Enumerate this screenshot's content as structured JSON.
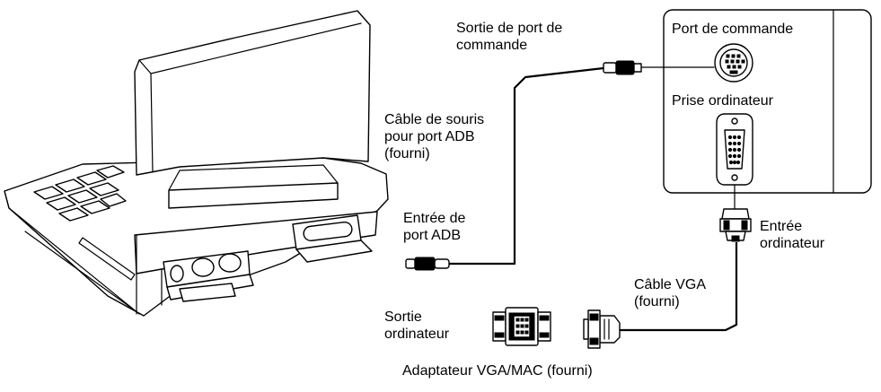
{
  "labels": {
    "control_port_output": "Sortie de port de\ncommande",
    "mouse_cable": "Câble de souris\npour port ADB\n(fourni)",
    "adb_input": "Entrée de\nport ADB",
    "control_port": "Port de commande",
    "computer_socket": "Prise ordinateur",
    "computer_input": "Entrée\nordinateur",
    "vga_cable": "Câble VGA\n(fourni)",
    "computer_output": "Sortie\nordinateur",
    "vga_mac_adapter": "Adaptateur VGA/MAC (fourni)"
  }
}
